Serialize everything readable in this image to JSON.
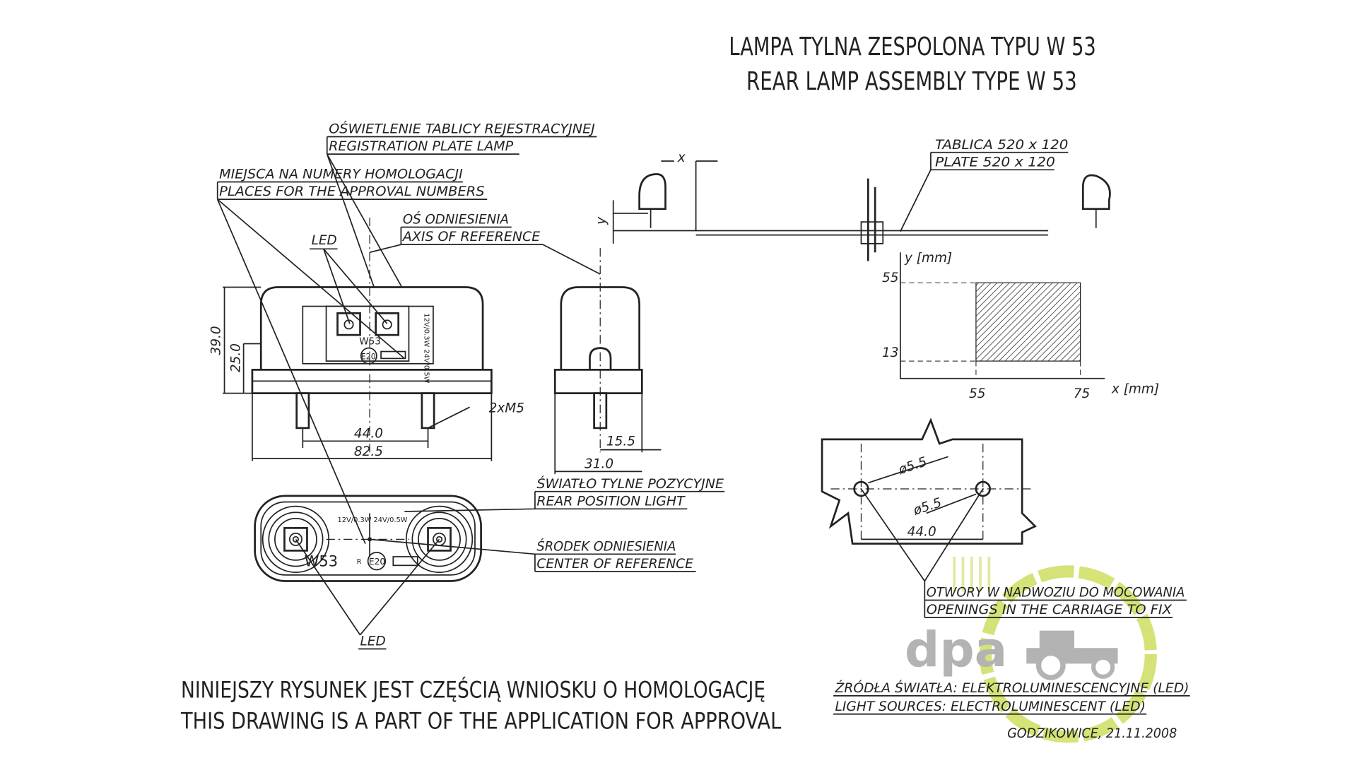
{
  "title": {
    "line_pl": "LAMPA TYLNA ZESPOLONA TYPU W 53",
    "line_en": "REAR LAMP ASSEMBLY TYPE W 53"
  },
  "labels": {
    "plate_lamp_pl": "OŚWIETLENIE TABLICY REJESTRACYJNEJ",
    "plate_lamp_en": "REGISTRATION PLATE LAMP",
    "approval_pl": "MIEJSCA NA NUMERY HOMOLOGACJI",
    "approval_en": "PLACES FOR THE APPROVAL NUMBERS",
    "axis_pl": "OŚ ODNIESIENIA",
    "axis_en": "AXIS OF REFERENCE",
    "led_top": "LED",
    "led_bottom": "LED",
    "rear_pos_pl": "ŚWIATŁO TYLNE POZYCYJNE",
    "rear_pos_en": "REAR POSITION LIGHT",
    "center_pl": "ŚRODEK ODNIESIENIA",
    "center_en": "CENTER OF REFERENCE",
    "plate_pl": "TABLICA 520 x 120",
    "plate_en": "PLATE 520 x 120",
    "openings_pl": "OTWORY W NADWOZIU DO MOCOWANIA",
    "openings_en": "OPENINGS IN THE CARRIAGE TO FIX",
    "sources_pl": "ŹRÓDŁA ŚWIATŁA: ELEKTROLUMINESCENCYJNE (LED)",
    "sources_en": "LIGHT SOURCES: ELECTROLUMINESCENT (LED)",
    "place_date": "GODZIKOWICE, 21.11.2008",
    "note_pl": "NINIEJSZY RYSUNEK JEST CZĘŚCIĄ WNIOSKU O HOMOLOGACJĘ",
    "note_en": "THIS DRAWING IS A PART OF THE APPLICATION FOR APPROVAL"
  },
  "dimensions": {
    "height": "39.0",
    "height2": "25.0",
    "spacing": "44.0",
    "width": "82.5",
    "bolts": "2xM5",
    "side_offset": "15.5",
    "depth": "31.0",
    "hole_dia_1": "ø5.5",
    "hole_dia_2": "ø5.5",
    "hole_spacing": "44.0",
    "x_mark": "x",
    "y_mark": "y"
  },
  "markings": {
    "type_front": "W53",
    "approval_front": "E20",
    "side_text": "12V/0.3W 24V/0.5W",
    "power": "12V/0.3W 24V/0.5W",
    "type_bottom": "W53",
    "r_mark": "R",
    "approval_bottom": "E20"
  },
  "graph": {
    "y_label": "y [mm]",
    "x_label": "x [mm]",
    "y_ticks": [
      "55",
      "13"
    ],
    "x_ticks": [
      "55",
      "75"
    ]
  },
  "watermark": {
    "text": "dpa"
  },
  "colors": {
    "line": "#222222",
    "watermark_gray": "#9a9a9a",
    "watermark_green": "#c8d94a"
  }
}
